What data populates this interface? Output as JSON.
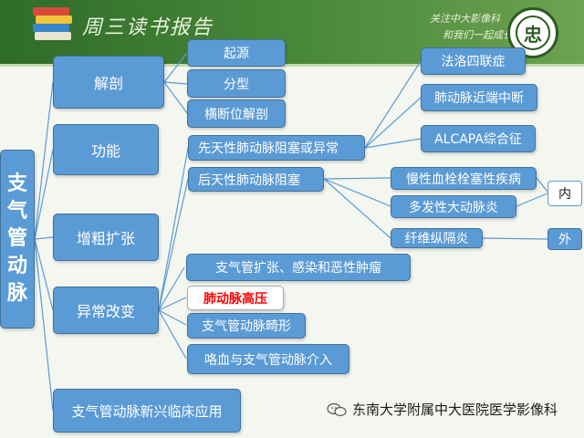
{
  "header": {
    "title": "周三读书报告",
    "slogan_line1": "关注中大影像科",
    "slogan_line2": "和我们一起成长",
    "logo_char": "忠"
  },
  "root": [
    "支",
    "气",
    "管",
    "动",
    "脉"
  ],
  "level1": {
    "anatomy": "解剖",
    "function": "功能",
    "enlarged": "增粗扩张",
    "abnormal": "异常改变",
    "clinical": "支气管动脉新兴临床应用"
  },
  "anatomy_children": {
    "origin": "起源",
    "classification": "分型",
    "cross_section": "横断位解剖"
  },
  "enlarged_children": {
    "congenital": "先天性肺动脉阻塞或异常",
    "acquired": "后天性肺动脉阻塞"
  },
  "congenital_children": {
    "tetralogy": "法洛四联症",
    "proximal_interruption": "肺动脉近端中断",
    "alcapa": "ALCAPA综合征"
  },
  "acquired_children": {
    "cteph": "慢性血栓栓塞性疾病",
    "takayasu": "多发性大动脉炎",
    "fibrosing": "纤维纵隔炎"
  },
  "tags": {
    "inner": "内",
    "outer": "外"
  },
  "abnormal_children": {
    "bronchiectasis": "支气管扩张、感染和恶性肿瘤",
    "pulm_hypertension": "肺动脉高压",
    "malformation": "支气管动脉畸形",
    "hemoptysis": "咯血与支气管动脉介入"
  },
  "footer": {
    "source": "东南大学附属中大医院医学影像科"
  }
}
